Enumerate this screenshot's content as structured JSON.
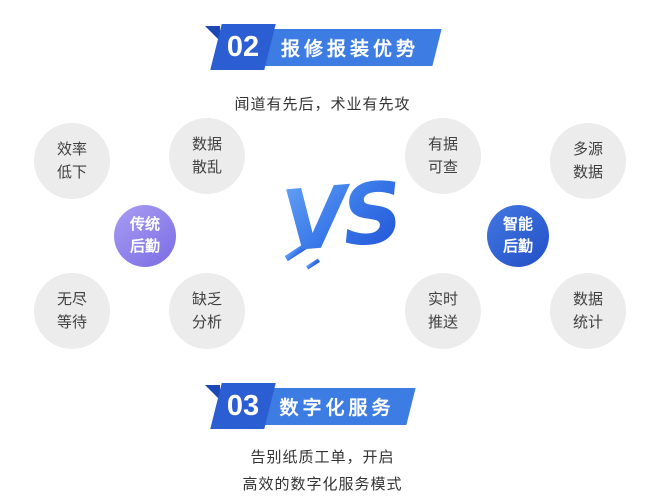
{
  "colors": {
    "ribbon_number_bg": "#2b5ed2",
    "ribbon_title_bg": "#3d7ce2",
    "ribbon_fold": "#1c47b4",
    "gray_circle_bg": "#ececec",
    "purple_hub_from": "#a89df3",
    "purple_hub_to": "#7b6ce4",
    "blue_hub_from": "#4377e2",
    "blue_hub_to": "#2250c6",
    "vs_gradient_from": "#6aa7f7",
    "vs_gradient_to": "#1e4fd2",
    "body_text": "#333333"
  },
  "top_section": {
    "number": "02",
    "title": "报修报装优势",
    "subtitle": "闻道有先后，术业有先攻"
  },
  "comparison": {
    "vs_text": "VS",
    "left": {
      "hub": "传统\n后勤",
      "items": [
        "效率\n低下",
        "数据\n散乱",
        "无尽\n等待",
        "缺乏\n分析"
      ]
    },
    "right": {
      "hub": "智能\n后勤",
      "items": [
        "有据\n可查",
        "多源\n数据",
        "实时\n推送",
        "数据\n统计"
      ]
    }
  },
  "bottom_section": {
    "number": "03",
    "title": "数字化服务",
    "description_line1": "告别纸质工单，开启",
    "description_line2": "高效的数字化服务模式"
  }
}
